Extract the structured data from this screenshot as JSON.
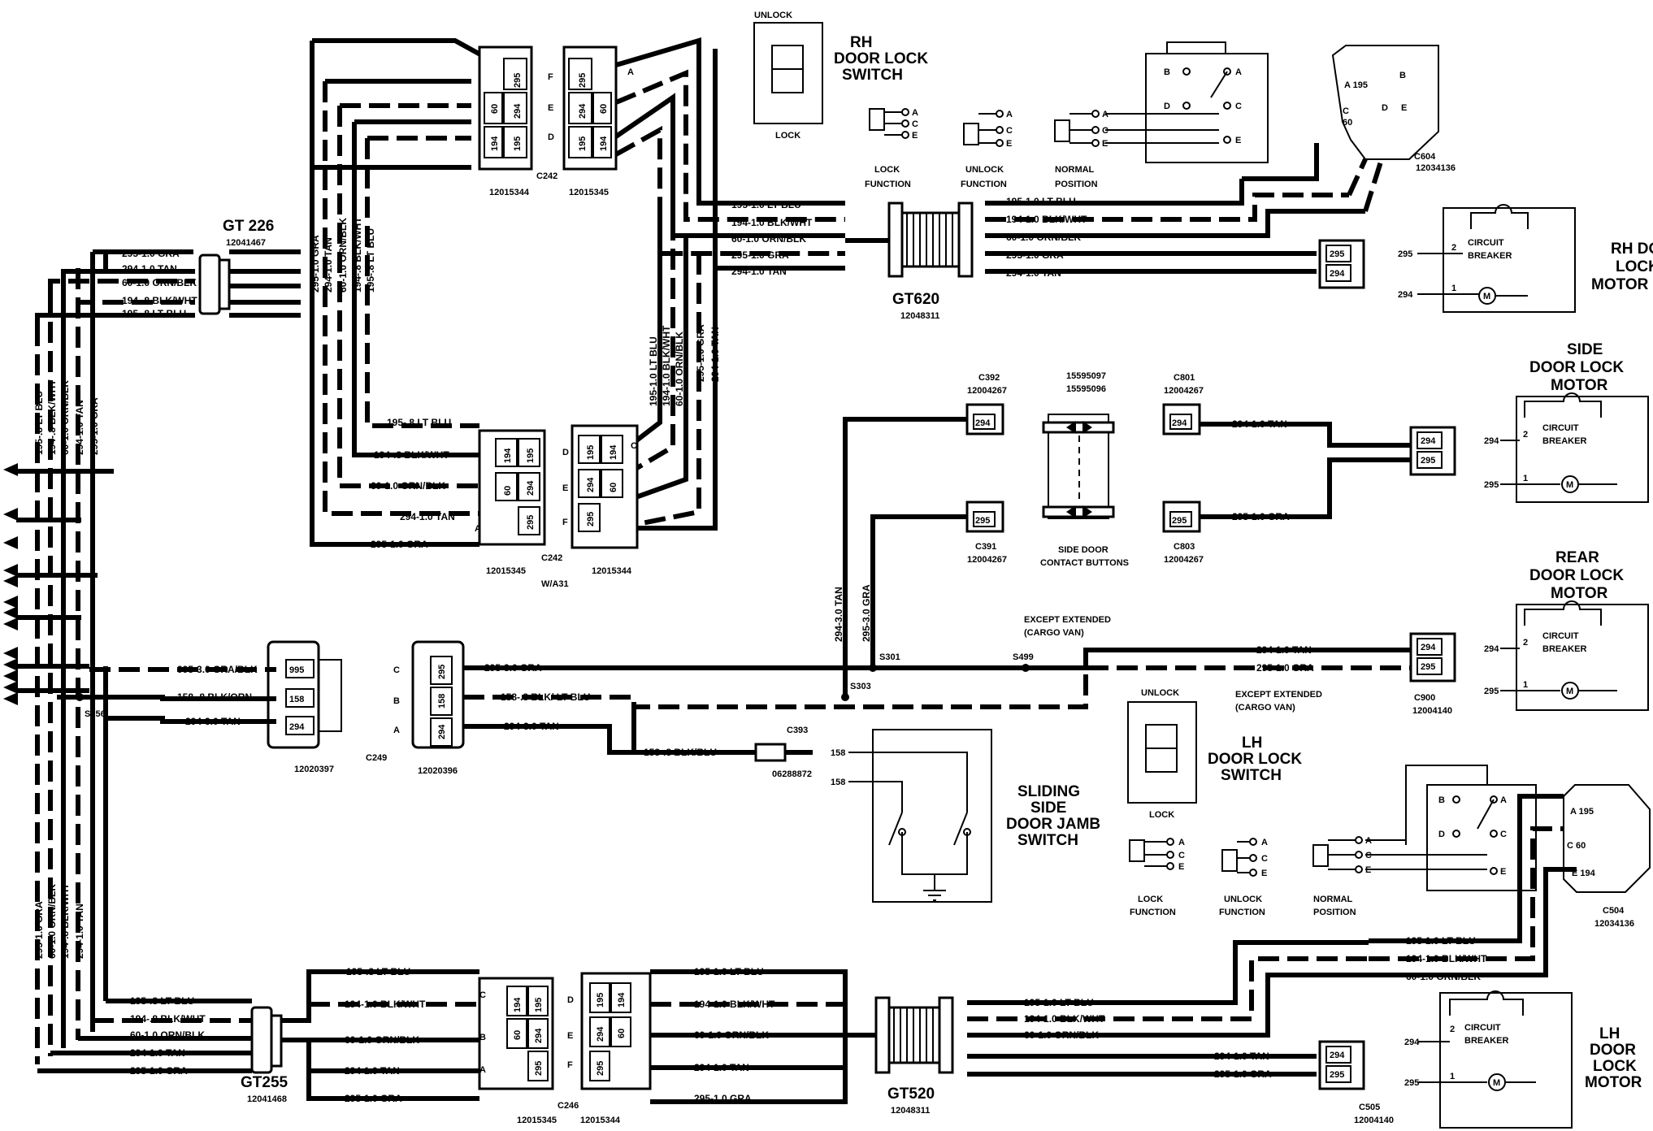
{
  "titles": {
    "rh_switch": [
      "RH",
      "DOOR LOCK",
      "SWITCH"
    ],
    "lh_switch": [
      "LH",
      "DOOR LOCK",
      "SWITCH"
    ],
    "rh_motor": [
      "RH DOOR",
      "LOCK",
      "MOTOR"
    ],
    "lh_motor": [
      "LH",
      "DOOR",
      "LOCK",
      "MOTOR"
    ],
    "side_motor": [
      "SIDE",
      "DOOR LOCK",
      "MOTOR"
    ],
    "rear_motor": [
      "REAR",
      "DOOR LOCK",
      "MOTOR"
    ],
    "jamb_switch": [
      "SLIDING",
      "SIDE",
      "DOOR JAMB",
      "SWITCH"
    ]
  },
  "switch_labels": {
    "unlock": "UNLOCK",
    "lock": "LOCK"
  },
  "functions": {
    "lock": [
      "LOCK",
      "FUNCTION"
    ],
    "unlock": [
      "UNLOCK",
      "FUNCTION"
    ],
    "normal": [
      "NORMAL",
      "POSITION"
    ],
    "pins": [
      "A",
      "C",
      "E"
    ]
  },
  "circuit_breaker": [
    "CIRCUIT",
    "BREAKER"
  ],
  "connectors": {
    "gt226": {
      "name": "GT 226",
      "part": "12041467"
    },
    "gt255": {
      "name": "GT255",
      "part": "12041468"
    },
    "gt620": {
      "name": "GT620",
      "part": "12048311"
    },
    "gt520": {
      "name": "GT520",
      "part": "12048311"
    },
    "c242_top": {
      "name": "C242",
      "part_l": "12015344",
      "part_r": "12015345"
    },
    "c242_mid": {
      "name": "C242",
      "sub": "W/A31",
      "part_l": "12015345",
      "part_r": "12015344"
    },
    "c246": {
      "name": "C246",
      "part_l": "12015345",
      "part_r": "12015344"
    },
    "c249": {
      "name": "C249",
      "part_l": "12020397",
      "part_r": "12020396"
    },
    "c604": {
      "name": "C604",
      "part": "12034136"
    },
    "c504": {
      "name": "C504",
      "part": "12034136"
    },
    "c392": {
      "name": "C392",
      "part": "12004267"
    },
    "c391": {
      "name": "C391",
      "part": "12004267"
    },
    "c801": {
      "name": "C801",
      "part": "12004267"
    },
    "c803": {
      "name": "C803",
      "part": "12004267"
    },
    "c900": {
      "name": "C900",
      "part": "12004140"
    },
    "c505": {
      "name": "C505",
      "part": "12004140"
    },
    "c393": {
      "name": "C393",
      "part": "06288872"
    },
    "contact": {
      "p1": "15595097",
      "p2": "15595096",
      "t1": "SIDE DOOR",
      "t2": "CONTACT BUTTONS"
    }
  },
  "splices": {
    "s301": "S301",
    "s303": "S303",
    "s499": "S499",
    "s256": "S256"
  },
  "notes": {
    "ext1": [
      "EXCEPT EXTENDED",
      "(CARGO VAN)"
    ],
    "ext2": [
      "EXCEPT EXTENDED",
      "(CARGO VAN)"
    ]
  },
  "wires": {
    "gt226_left": [
      "295-1.0 GRA",
      "294-1.0 TAN",
      "60-1.0 ORN/BLK",
      "194-.8 BLK/WHT",
      "195-.8 LT BLU"
    ],
    "gt226_vert": [
      "295-1.0 GRA",
      "294-1.0 TAN",
      "60-1.0 ORN/BLK",
      "194-.8 BLK/WHT",
      "195-.8 LT BLU"
    ],
    "left_vert_top": [
      "195-.8 LT BLU",
      "194-.8 BLK/WHT",
      "60-1.0 ORN/BLK",
      "294-1.0 TAN",
      "295-1.0 GRA"
    ],
    "left_vert_bot": [
      "295-1.0 GRA",
      "60-1.0 ORN/BLK",
      "194-.8 BLK/WHT",
      "294-1.0 TAN"
    ],
    "gt620_in": [
      "195-1.0 LT BLU",
      "194-1.0 BLK/WHT",
      "60-1.0 ORN/BLK",
      "295-1.0 GRA",
      "294-1.0 TAN"
    ],
    "gt620_out": [
      "195-1.0 LT BLU",
      "194-1.0 BLK/WHT",
      "60-1.0 ORN/BLK",
      "295-1.0 GRA",
      "294-1.0 TAN"
    ],
    "c242mid_left": [
      "195-.8 LT BLU",
      "194-.8 BLK/WHT",
      "60-1.0 ORN/BLK",
      "294-1.0 TAN",
      "295-1.0 GRA"
    ],
    "c242mid_vert": [
      "195-1.0 LT BLU",
      "194-1.0 BLK/WHT",
      "60-1.0 ORN/BLK",
      "295-1.0 GRA",
      "294-1.0 TAN"
    ],
    "side_motor": [
      "294-1.0 TAN",
      "295-1.0 GRA"
    ],
    "rear_motor": [
      "294-1.0 TAN",
      "295-1.0 GRA"
    ],
    "c249_left": [
      "995-3.0 GRA/BLK",
      "158-.8 BLK/ORN",
      "294-3.0 TAN"
    ],
    "c249_right": [
      "295-3.0 GRA",
      "158-.8 BLK/ LT BLU",
      "294-3.0 TAN"
    ],
    "c393": "158-.8 BLK/BLU",
    "trunk_vert": [
      "294-3.0 TAN",
      "295-3.0 GRA"
    ],
    "gt255_left": [
      "195-.8 LT BLU",
      "194-.8 BLK/WHT",
      "60-1.0 ORN/BLK",
      "294-1.0 TAN",
      "295-1.0 GRA"
    ],
    "c246_left": [
      "195-.8 LT BLU",
      "194-1.0 BLK/WHT",
      "60-1.0 ORN/BLK",
      "294-1.0 TAN",
      "295-1.0 GRA"
    ],
    "c246_right": [
      "195-1.0 LT BLU",
      "194-1.0 BLK/WHT",
      "60-1.0 ORN/BLK",
      "294-1.0 TAN",
      "295-1.0 GRA"
    ],
    "gt520_out": [
      "195-1.0 LT BLU",
      "194-1.0 BLK/WHT",
      "60-1.0 ORN/BLK",
      "294-1.0 TAN",
      "295-1.0 GRA"
    ],
    "lh_switch_feed": [
      "195-1.0 LT BLU",
      "194-1.0 BLK/WHT",
      "60-1.0 ORN/BLK"
    ]
  },
  "pins": {
    "p295": "295",
    "p294": "294",
    "p194": "194",
    "p195": "195",
    "p60": "60",
    "p995": "995",
    "p158": "158",
    "pA": "A",
    "pB": "B",
    "pC": "C",
    "pD": "D",
    "pE": "E",
    "pF": "F",
    "n1": "1",
    "n2": "2",
    "a195": "A 195",
    "c60": "C 60",
    "e194": "E 194"
  }
}
